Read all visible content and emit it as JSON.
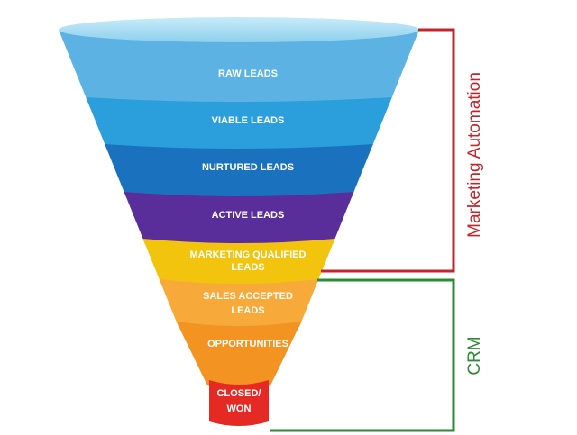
{
  "stages": [
    {
      "lines": [
        "RAW LEADS"
      ],
      "color": "#5cb3e3"
    },
    {
      "lines": [
        "VIABLE LEADS"
      ],
      "color": "#2b9fdc"
    },
    {
      "lines": [
        "NURTURED LEADS"
      ],
      "color": "#1a72bf"
    },
    {
      "lines": [
        "ACTIVE LEADS"
      ],
      "color": "#5a2e9a"
    },
    {
      "lines": [
        "MARKETING QUALIFIED",
        "LEADS"
      ],
      "color": "#f2c40e"
    },
    {
      "lines": [
        "SALES ACCEPTED",
        "LEADS"
      ],
      "color": "#f7a93a"
    },
    {
      "lines": [
        "OPPORTUNITIES"
      ],
      "color": "#f29322"
    },
    {
      "lines": [
        "CLOSED/",
        "WON"
      ],
      "color": "#e52a24"
    }
  ],
  "brackets": {
    "marketing": {
      "label": "Marketing Automation",
      "color": "#c0262b"
    },
    "crm": {
      "label": "CRM",
      "color": "#2e8a34"
    }
  },
  "funnel_rim_color": "#9fd9f2"
}
